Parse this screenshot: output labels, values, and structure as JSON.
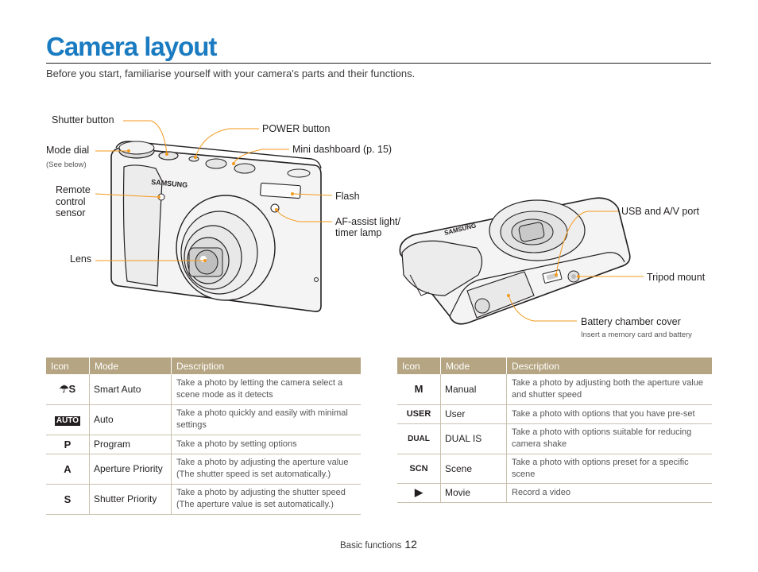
{
  "page": {
    "title": "Camera layout",
    "subtitle": "Before you start, familiarise yourself with your camera's parts and their functions."
  },
  "labels": {
    "shutter_button": "Shutter button",
    "power_button": "POWER button",
    "mode_dial": "Mode dial",
    "mode_dial_note": "(See below)",
    "mini_dashboard": "Mini dashboard (p. 15)",
    "remote_1": "Remote",
    "remote_2": "control",
    "remote_3": "sensor",
    "flash": "Flash",
    "af_assist_1": "AF-assist light/",
    "af_assist_2": "timer lamp",
    "lens": "Lens",
    "usb_av": "USB and A/V port",
    "tripod": "Tripod mount",
    "battery_cover": "Battery chamber cover",
    "battery_note": "Insert a memory card and battery",
    "brand": "SAMSUNG"
  },
  "table_headers": {
    "icon": "Icon",
    "mode": "Mode",
    "description": "Description"
  },
  "table_left": [
    {
      "icon": "☂S",
      "mode": "Smart Auto",
      "desc": "Take a photo by letting the camera select a scene mode as it detects"
    },
    {
      "icon": "AUTO",
      "mode": "Auto",
      "desc": "Take a photo quickly and easily with minimal settings"
    },
    {
      "icon": "P",
      "mode": "Program",
      "desc": "Take a photo by setting options"
    },
    {
      "icon": "A",
      "mode": "Aperture Priority",
      "desc": "Take a photo by adjusting the aperture value (The shutter speed is set automatically.)"
    },
    {
      "icon": "S",
      "mode": "Shutter Priority",
      "desc": "Take a photo by adjusting the shutter speed (The aperture value is set automatically.)"
    }
  ],
  "table_right": [
    {
      "icon": "M",
      "mode": "Manual",
      "desc": "Take a photo by adjusting both the aperture value and shutter speed"
    },
    {
      "icon": "USER",
      "mode": "User",
      "desc": "Take a photo with options that you have pre-set"
    },
    {
      "icon": "DUAL",
      "mode": "DUAL IS",
      "desc": "Take a photo with options suitable for reducing camera shake"
    },
    {
      "icon": "SCN",
      "mode": "Scene",
      "desc": "Take a photo with options preset for a specific scene"
    },
    {
      "icon": "▶",
      "mode": "Movie",
      "desc": "Record a video"
    }
  ],
  "footer": {
    "section": "Basic functions",
    "page_number": "12"
  },
  "colors": {
    "title": "#1a7bc1",
    "callout": "#f39a1e",
    "table_header": "#b5a582"
  }
}
